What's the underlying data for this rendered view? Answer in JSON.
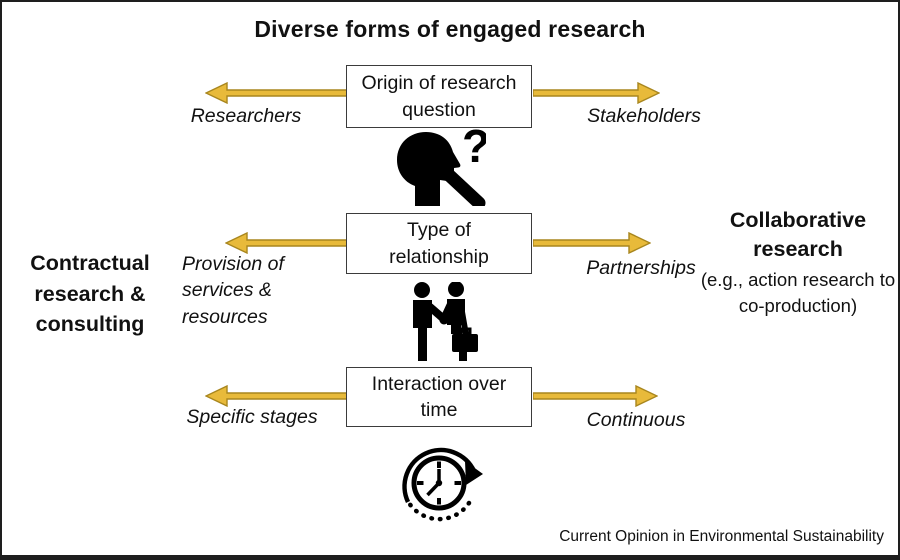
{
  "title": "Diverse forms of engaged research",
  "rows": [
    {
      "box_label": "Origin of research question",
      "left_label": "Researchers",
      "right_label": "Stakeholders",
      "icon": "thinking-person-icon"
    },
    {
      "box_label": "Type of relationship",
      "left_label": "Provision of services & resources",
      "right_label": "Partnerships",
      "icon": "handshake-icon"
    },
    {
      "box_label": "Interaction over time",
      "left_label": "Specific stages",
      "right_label": "Continuous",
      "icon": "clock-cycle-icon"
    }
  ],
  "sides": {
    "left_heading": "Contractual research & consulting",
    "right_heading": "Collaborative research",
    "right_note": "(e.g., action research to co-production)"
  },
  "glyphs": {
    "question_mark": "?"
  },
  "footer": "Current Opinion in Environmental Sustainability",
  "colors": {
    "arrow_fill": "#E8BA3A",
    "arrow_stroke": "#A8861E",
    "icon": "#000000",
    "box_border": "#3B3B3B",
    "text": "#111111",
    "frame": "#1E1E1E"
  }
}
